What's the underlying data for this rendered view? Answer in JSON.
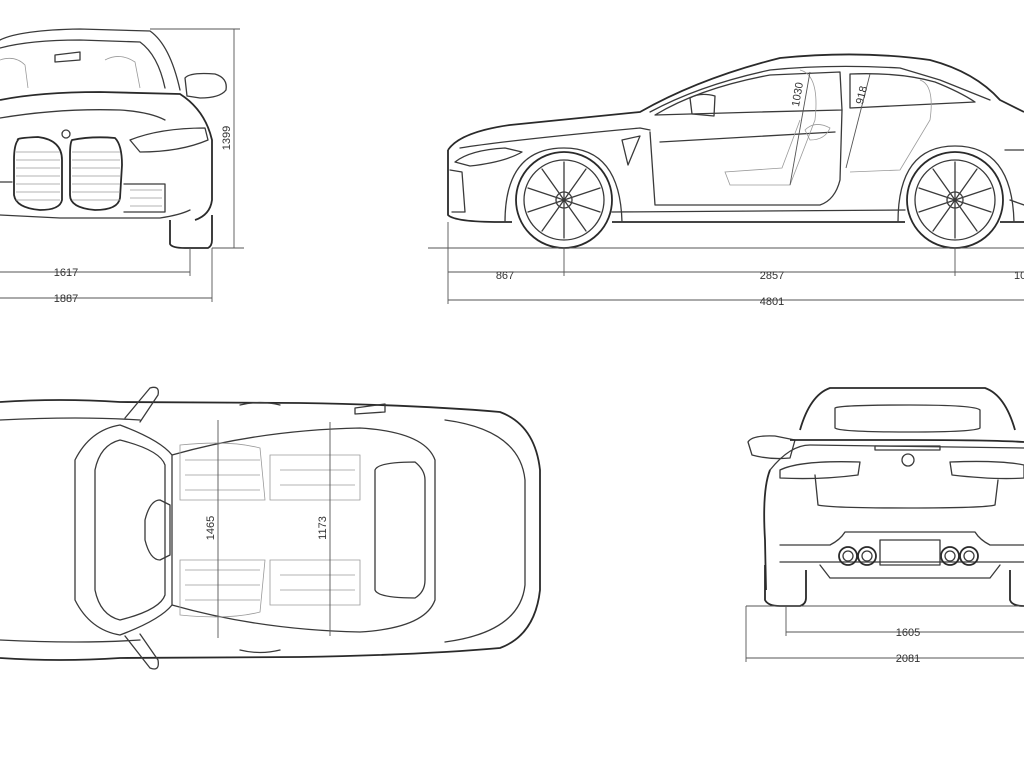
{
  "dimensions": {
    "front_track": "1617",
    "width_with_mirrors": "1887",
    "height": "1399",
    "front_overhang": "867",
    "wheelbase": "2857",
    "rear_overhang_partial": "10",
    "length": "4801",
    "front_headroom": "1030",
    "rear_headroom": "918",
    "front_shoulder": "1465",
    "rear_shoulder": "1173",
    "rear_track": "1605",
    "rear_width_with_mirrors": "2081"
  },
  "colors": {
    "line": "#3a3a3a",
    "background": "#ffffff"
  }
}
